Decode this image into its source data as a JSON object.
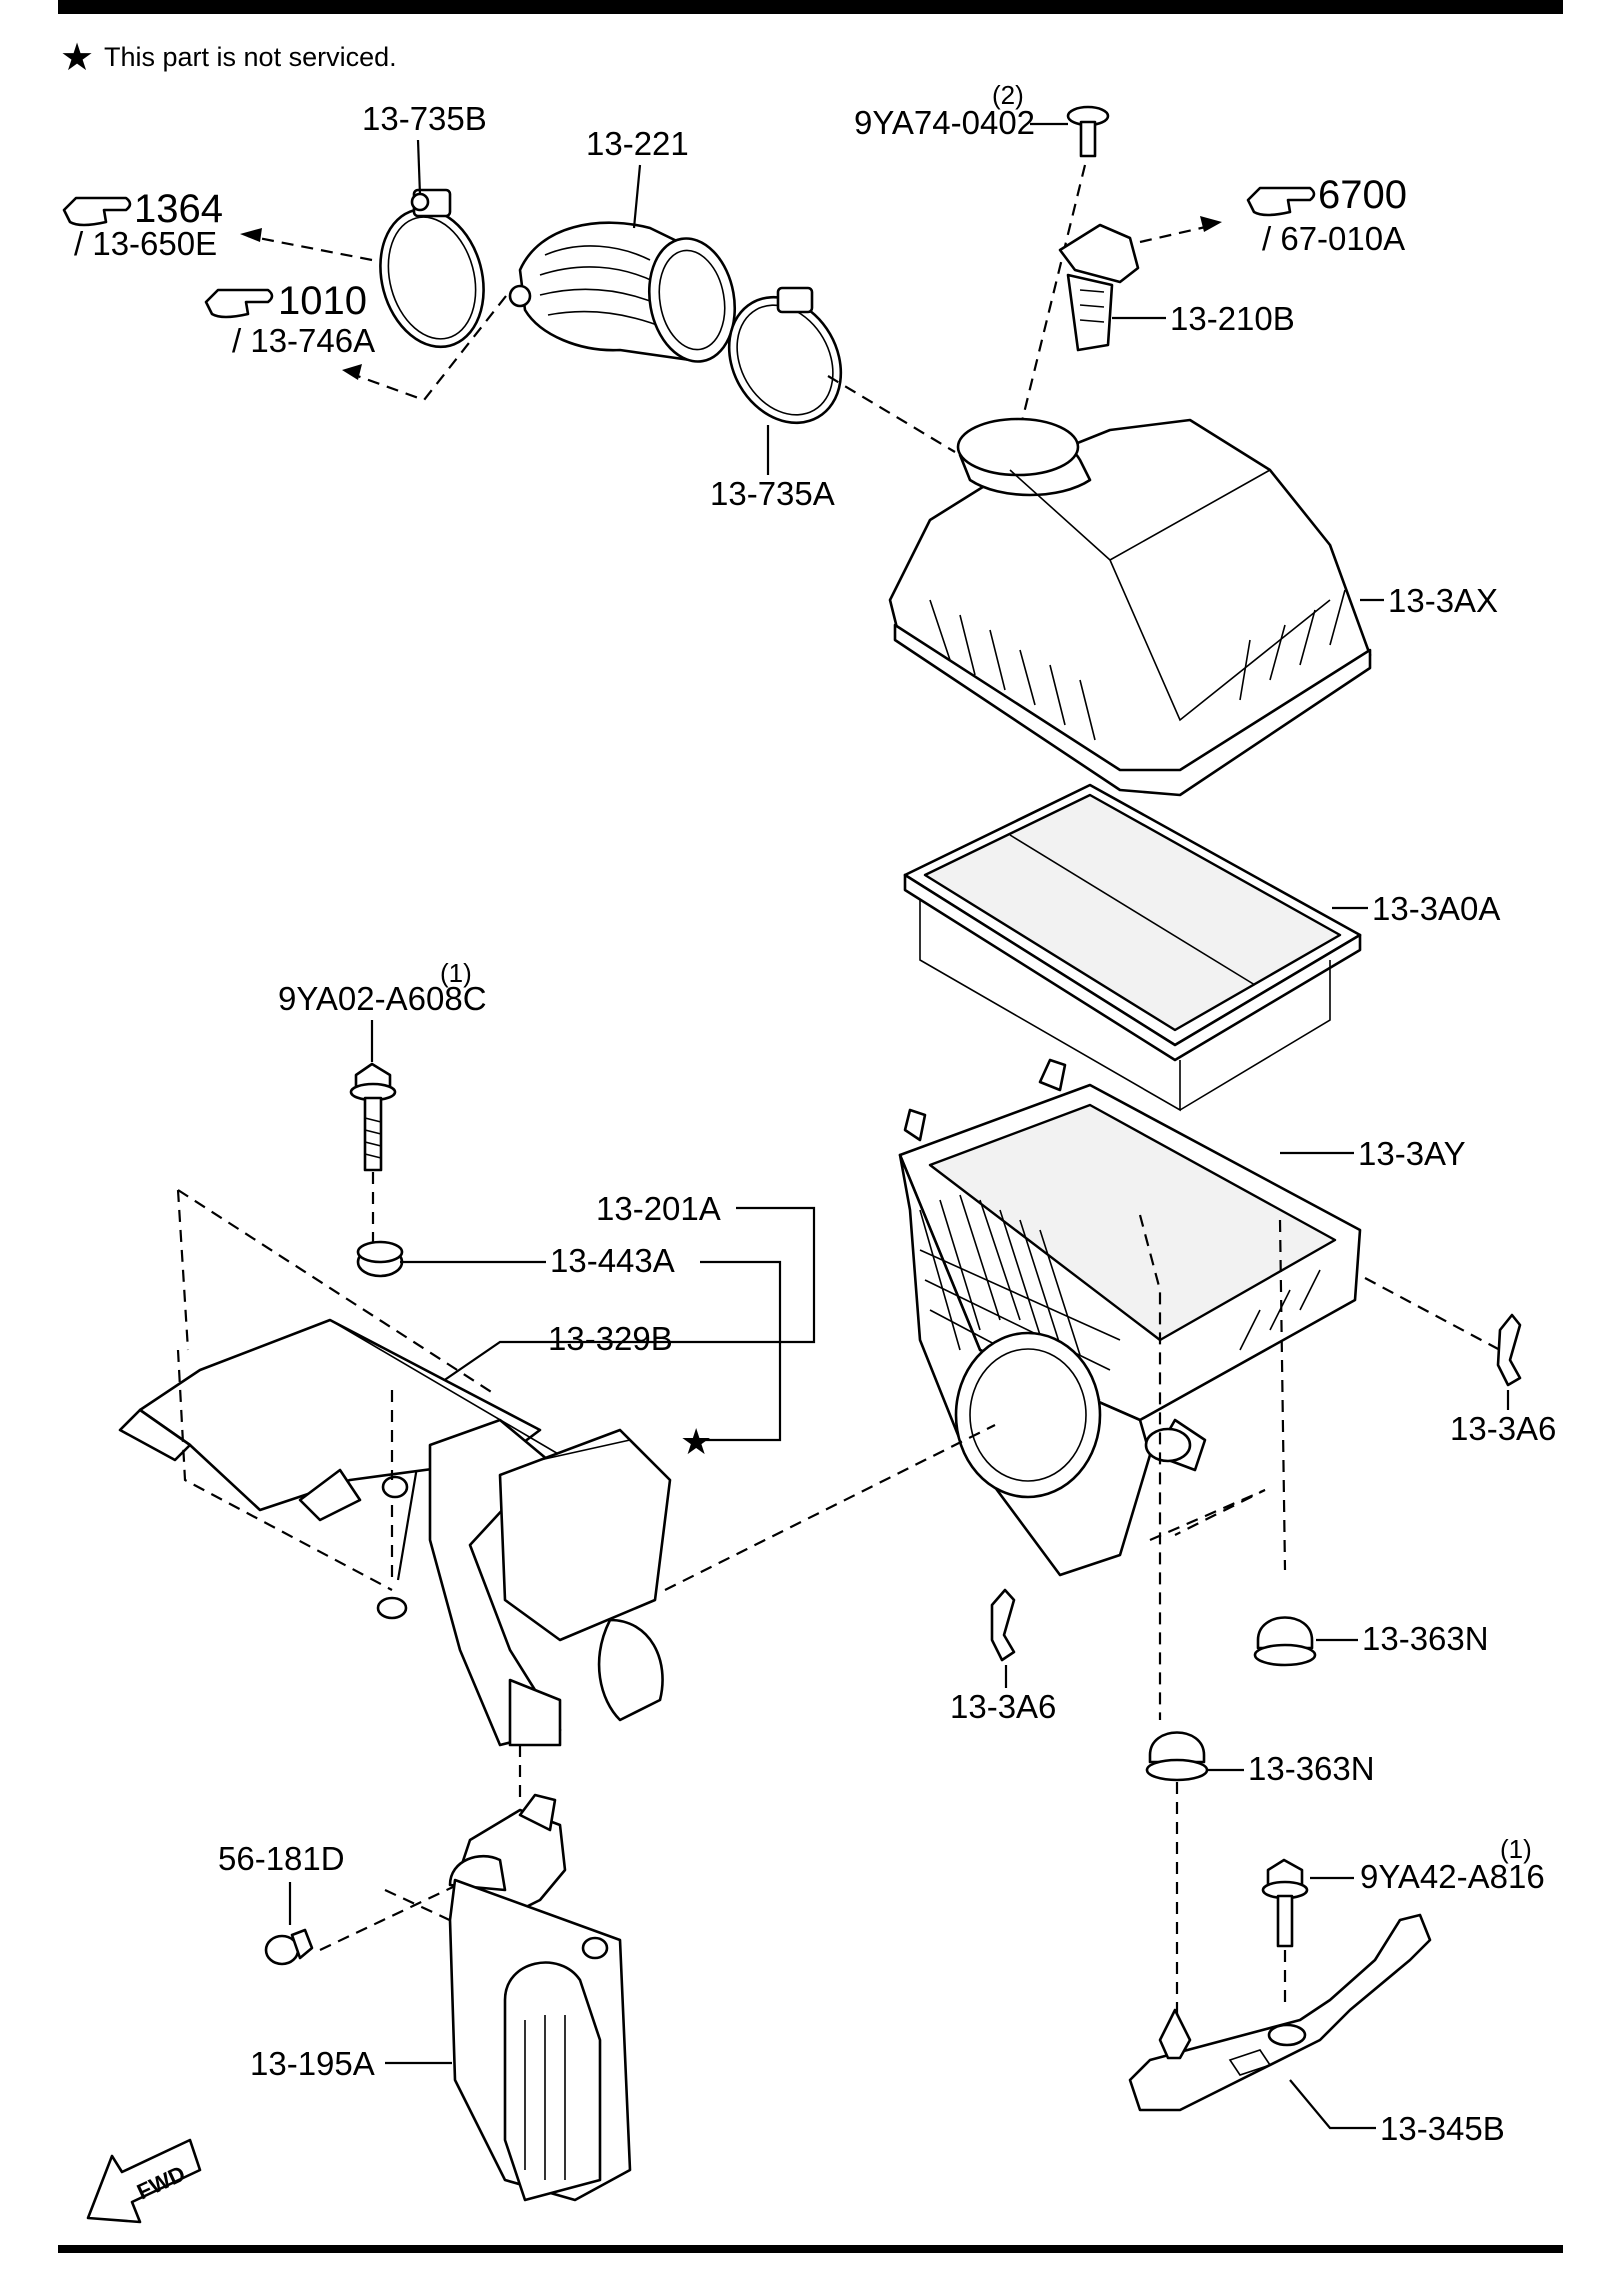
{
  "note": {
    "star": "★",
    "text": "This part is not serviced."
  },
  "labels": {
    "clamp_upper": "13-735B",
    "duct": "13-221",
    "bolt_top_qty": "(2)",
    "bolt_top": "9YA74-0402",
    "ref_1364_num": "1364",
    "ref_1364_sub": "/ 13-650E",
    "ref_1010_num": "1010",
    "ref_1010_sub": "/ 13-746A",
    "ref_6700_num": "6700",
    "ref_6700_sub": "/ 67-010A",
    "sensor": "13-210B",
    "clamp_lower": "13-735A",
    "cover": "13-3AX",
    "element": "13-3A0A",
    "bolt_left_qty": "(1)",
    "bolt_left": "9YA02-A608C",
    "case": "13-3AY",
    "resonator": "13-201A",
    "grommet": "13-443A",
    "insulator": "13-329B",
    "star_mark": "★",
    "clip_right": "13-3A6",
    "clip_center": "13-3A6",
    "mount_upper": "13-363N",
    "mount_lower": "13-363N",
    "bolt_right_qty": "(1)",
    "bolt_right": "9YA42-A816",
    "clip_pin": "56-181D",
    "drain": "13-195A",
    "bracket": "13-345B",
    "fwd": "FWD"
  },
  "icons": [
    "hand-pointer-icon",
    "star-icon",
    "fwd-arrow-icon"
  ]
}
